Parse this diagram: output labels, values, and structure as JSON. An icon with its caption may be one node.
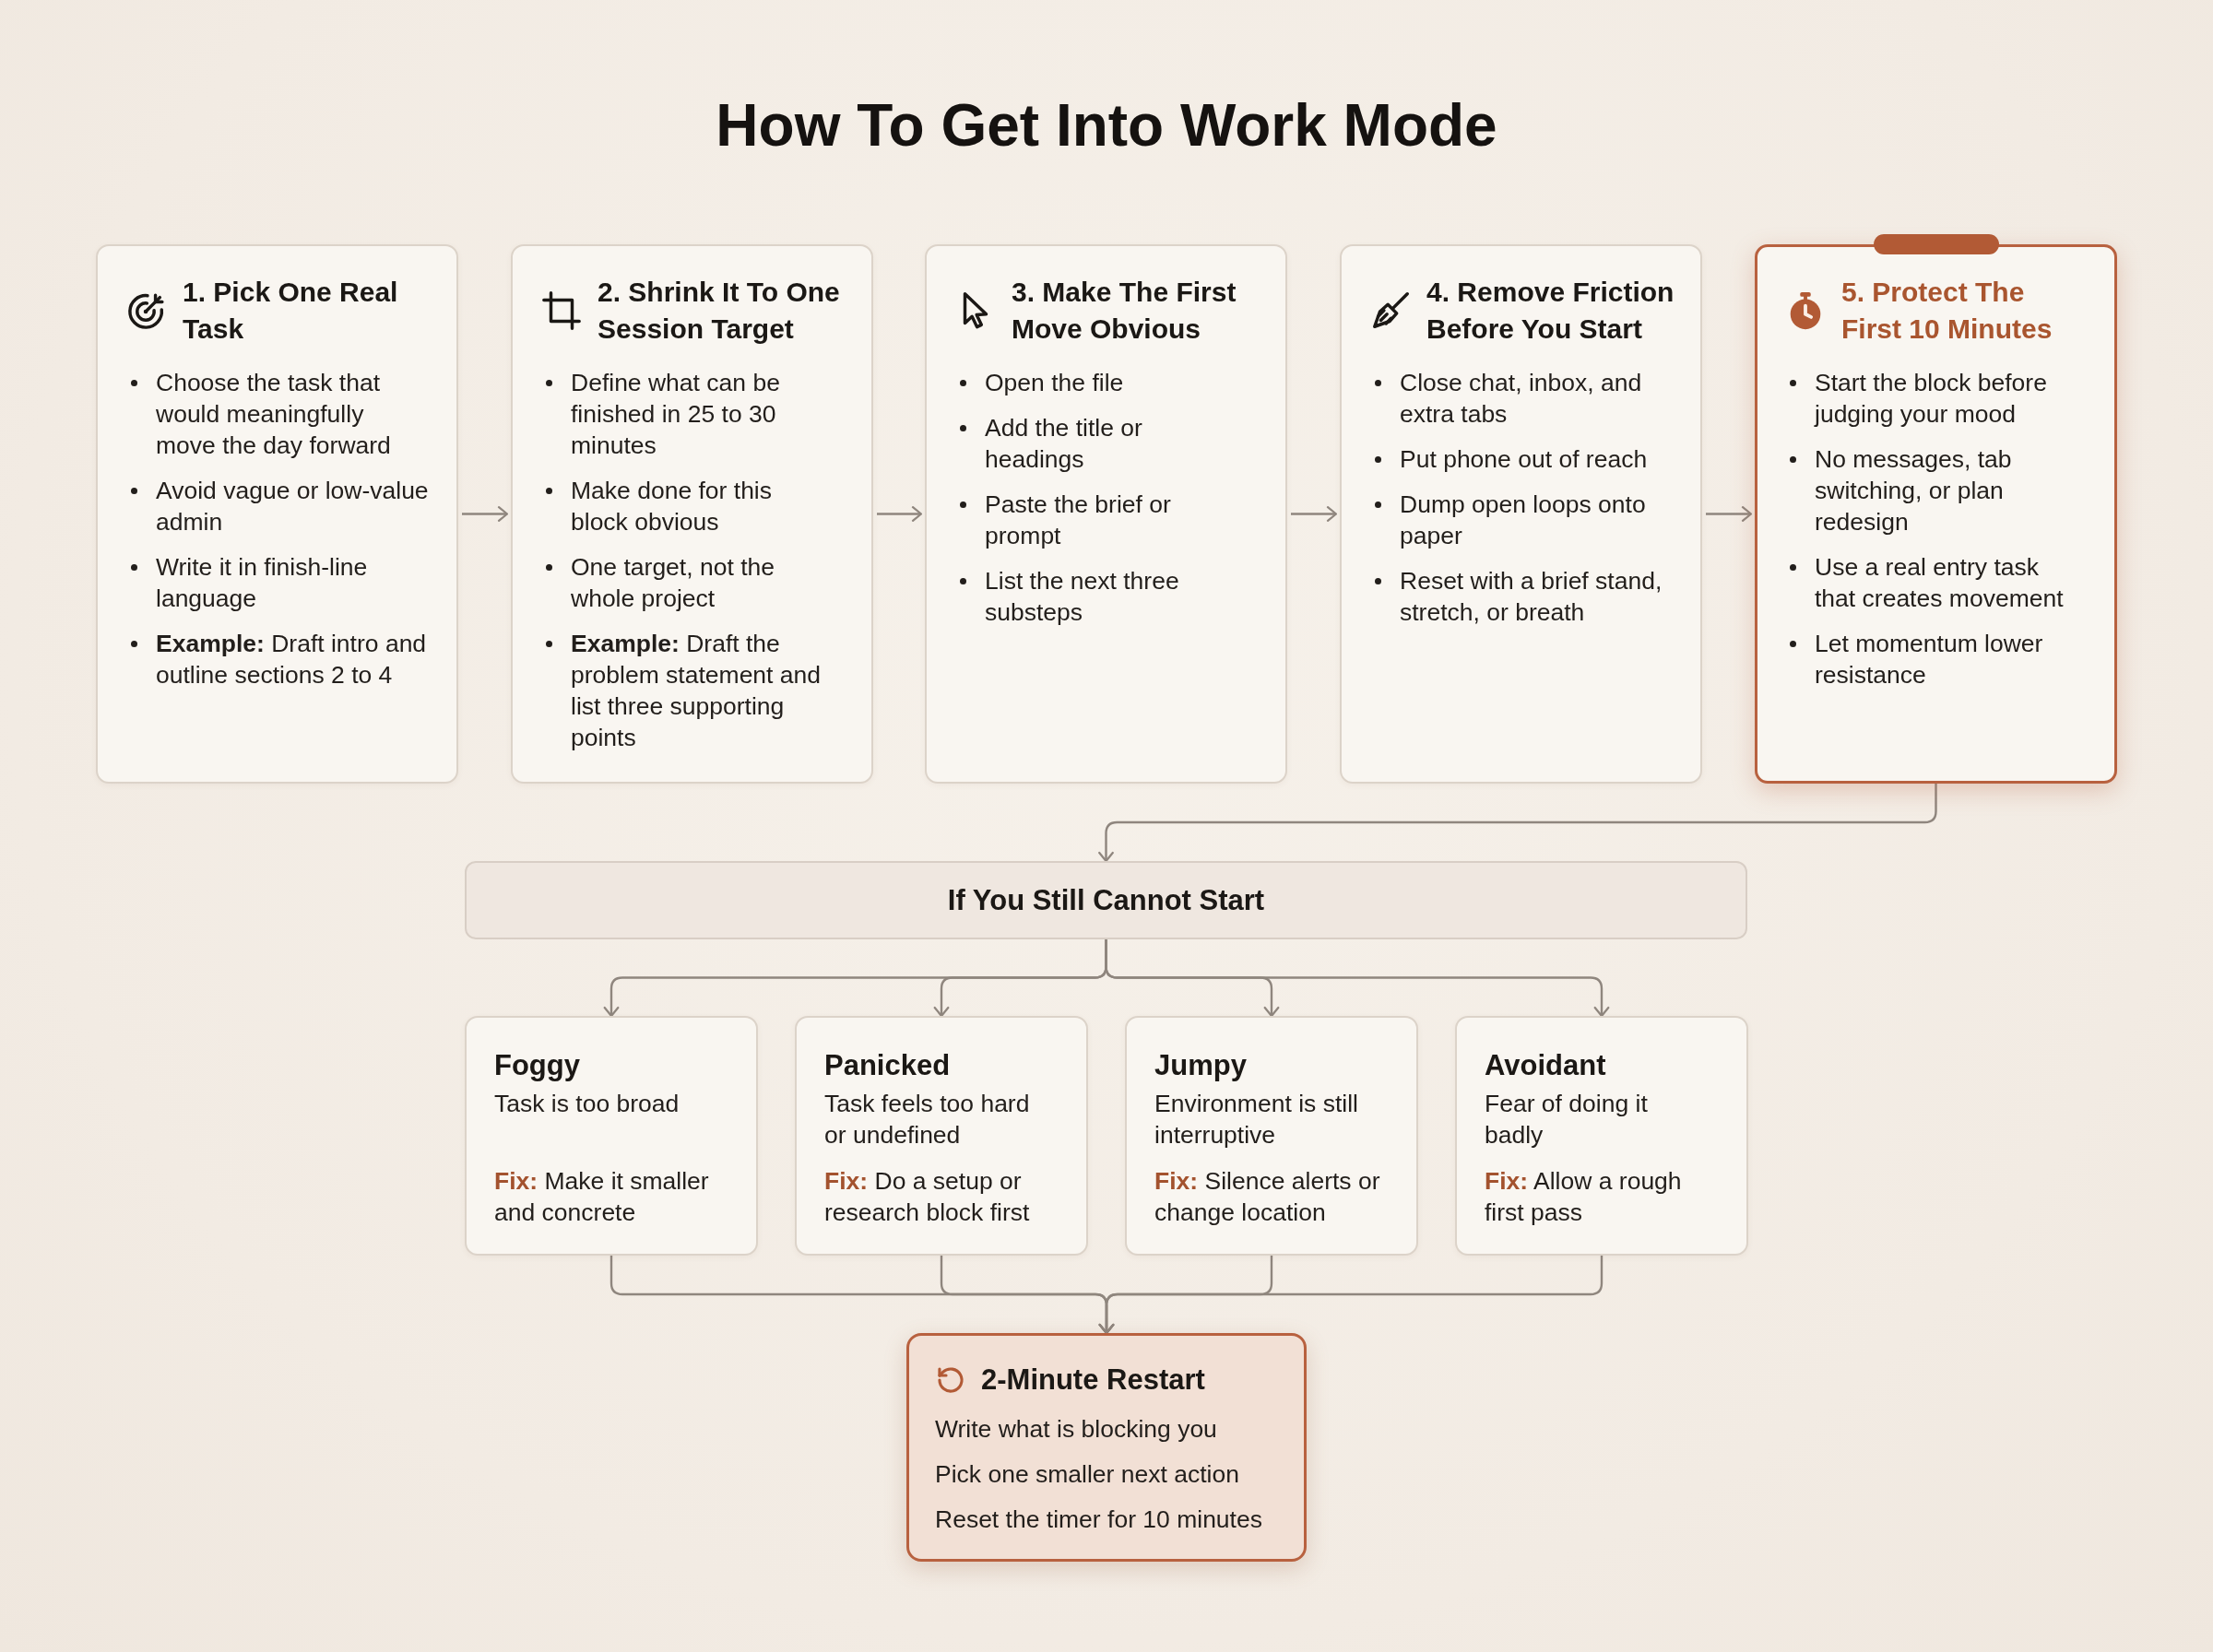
{
  "diagram": {
    "title": "How To Get Into Work Mode",
    "nodes": [
      {
        "text": [
          "1. Pick One Real Task",
          "Choose the task that would meaningfully move the day forward",
          "Avoid vague or low-value admin",
          "Write it in finish-line language",
          "**Example:** Draft intro and outline sections 2 to 4"
        ]
      },
      {
        "text": [
          "2. Shrink It To One Session Target",
          "Define what can be finished in 25 to 30 minutes",
          "Make done for this block obvious",
          "One target, not the whole project",
          "**Example:** Draft the problem statement and list three supporting points"
        ]
      },
      {
        "text": [
          "3. Make The First Move Obvious",
          "Open the file",
          "Add the title or headings",
          "Paste the brief or prompt",
          "List the next three substeps"
        ]
      },
      {
        "text": [
          "4. Remove Friction Before You Start",
          "Close chat, inbox, and extra tabs",
          "Put phone out of reach",
          "Dump open loops onto paper",
          "Reset with a brief stand, stretch, or breath"
        ]
      },
      {
        "text": [
          "5. Protect The First 10 Minutes",
          "Start the block before judging your mood",
          "No messages, tab switching, or plan redesign",
          "Use a real entry task that creates movement",
          "Let momentum lower resistance"
        ]
      },
      {
        "text": [
          "If You Still Cannot Start"
        ]
      },
      {
        "text": [
          "Foggy",
          "Task is too broad",
          "**Fix:** Make it smaller and concrete"
        ]
      },
      {
        "text": [
          "Panicked",
          "Task feels too hard or undefined",
          "**Fix:** Do a setup or research block first"
        ]
      },
      {
        "text": [
          "Jumpy",
          "Environment is still interruptive",
          "**Fix:** Silence alerts or change location"
        ]
      },
      {
        "text": [
          "Avoidant",
          "Fear of doing it badly",
          "**Fix:** Allow a rough first pass"
        ]
      },
      {
        "text": [
          "2-Minute Restart",
          "Write what is blocking you",
          "Pick one smaller next action",
          "Reset the timer for 10 minutes"
        ]
      }
    ],
    "edges": [
      {
        "from": 0,
        "to": 1,
        "arrow": "to"
      },
      {
        "from": 1,
        "to": 2,
        "arrow": "to"
      },
      {
        "from": 2,
        "to": 3,
        "arrow": "to"
      },
      {
        "from": 3,
        "to": 4,
        "arrow": "to"
      },
      {
        "from": 4,
        "to": 5,
        "arrow": "to"
      },
      {
        "from": 5,
        "to": 6,
        "arrow": "to"
      },
      {
        "from": 5,
        "to": 7,
        "arrow": "to"
      },
      {
        "from": 5,
        "to": 8,
        "arrow": "to"
      },
      {
        "from": 5,
        "to": 9,
        "arrow": "to"
      },
      {
        "from": 6,
        "to": 10,
        "arrow": "to"
      },
      {
        "from": 7,
        "to": 10,
        "arrow": "to"
      },
      {
        "from": 8,
        "to": 10,
        "arrow": "to"
      },
      {
        "from": 9,
        "to": 10,
        "arrow": "to"
      }
    ]
  }
}
